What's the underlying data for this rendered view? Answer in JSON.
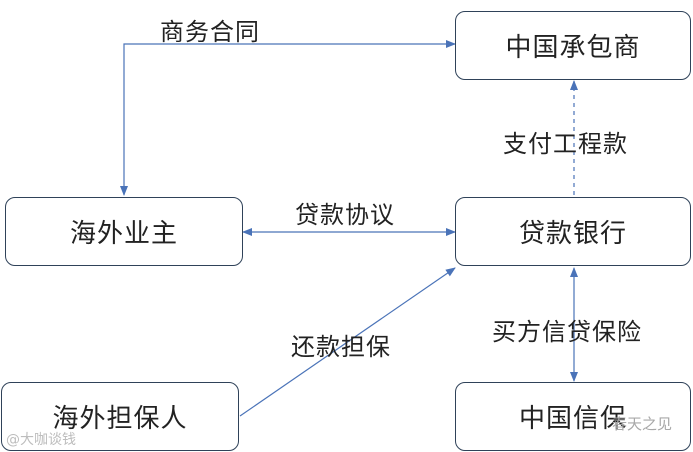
{
  "nodes": {
    "chinese_contractor": "中国承包商",
    "overseas_owner": "海外业主",
    "lending_bank": "贷款银行",
    "overseas_guarantor": "海外担保人",
    "sinosure": "中国信保"
  },
  "edges": {
    "commercial_contract": "商务合同",
    "engineering_payment": "支付工程款",
    "loan_agreement": "贷款协议",
    "repayment_guarantee": "还款担保",
    "buyer_credit_insurance": "买方信贷保险"
  },
  "watermarks": {
    "bottom_left": "@大咖谈钱",
    "bottom_right": "春天之见"
  }
}
